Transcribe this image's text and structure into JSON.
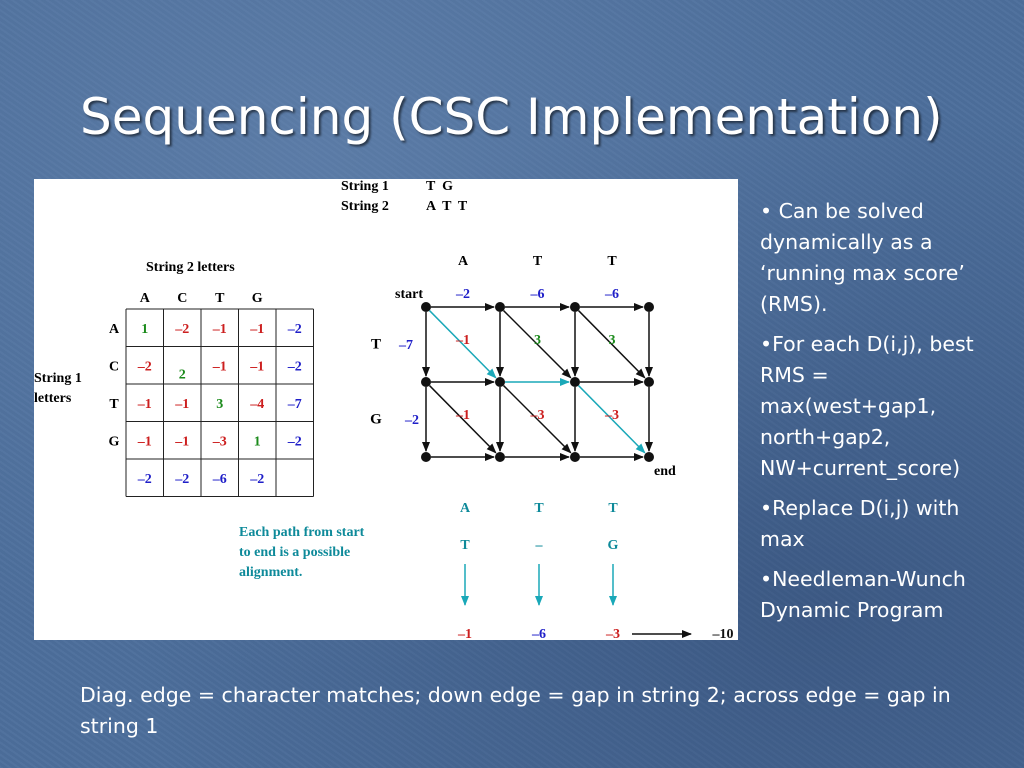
{
  "slide": {
    "title": "Sequencing (CSC Implementation)",
    "caption": "Diag. edge = character matches; down edge = gap in string 2; across edge = gap in string 1"
  },
  "bullets": [
    "• Can be solved dynamically as a ‘running max score’ (RMS).",
    "•For each D(i,j), best RMS = max(west+gap1, north+gap2, NW+current_score)",
    "•Replace D(i,j) with max",
    "•Needleman-Wunch Dynamic Program"
  ],
  "figure": {
    "strings": {
      "string1_label": "String 1",
      "string1_value": "T  G",
      "string2_label": "String 2",
      "string2_value": "A  T  T"
    },
    "matrix": {
      "col_header_title": "String 2 letters",
      "row_header_title_line1": "String 1",
      "row_header_title_line2": "letters",
      "col_letters": [
        "A",
        "C",
        "T",
        "G"
      ],
      "row_letters": [
        "A",
        "C",
        "T",
        "G"
      ],
      "rows": [
        [
          "1",
          "–2",
          "–1",
          "–1",
          "–2"
        ],
        [
          "–2",
          "2",
          "–1",
          "–1",
          "–2"
        ],
        [
          "–1",
          "–1",
          "3",
          "–4",
          "–7"
        ],
        [
          "–1",
          "–1",
          "–3",
          "1",
          "–2"
        ],
        [
          "–2",
          "–2",
          "–6",
          "–2",
          ""
        ]
      ],
      "cell_colors": [
        [
          "green",
          "red",
          "red",
          "red",
          "blue"
        ],
        [
          "red",
          "green",
          "red",
          "red",
          "blue"
        ],
        [
          "red",
          "red",
          "green",
          "red",
          "blue"
        ],
        [
          "red",
          "red",
          "red",
          "green",
          "blue"
        ],
        [
          "blue",
          "blue",
          "blue",
          "blue",
          "blue"
        ]
      ]
    },
    "grid": {
      "col_letters": [
        "A",
        "T",
        "T"
      ],
      "row_letters": [
        "T",
        "G"
      ],
      "start_label": "start",
      "end_label": "end",
      "across_gap": [
        "–2",
        "–6",
        "–6"
      ],
      "down_gap": [
        "–7",
        "–2"
      ],
      "diag_row1": [
        "–1",
        "3",
        "3"
      ],
      "diag_row2": [
        "–1",
        "–3",
        "–3"
      ]
    },
    "alignment": {
      "top": [
        "A",
        "T",
        "T"
      ],
      "bottom": [
        "T",
        "–",
        "G"
      ],
      "scores": [
        "–1",
        "–6",
        "–3"
      ],
      "total": "–10"
    },
    "note_line1": "Each path from start",
    "note_line2": "to end is a possible",
    "note_line3": "alignment."
  },
  "colors": {
    "background": "#4d6f9c",
    "red": "#cc1f1f",
    "green": "#1a8a1a",
    "blue": "#1f1fc8",
    "teal": "#1aa8b8",
    "note_teal": "#0e8a9a"
  }
}
